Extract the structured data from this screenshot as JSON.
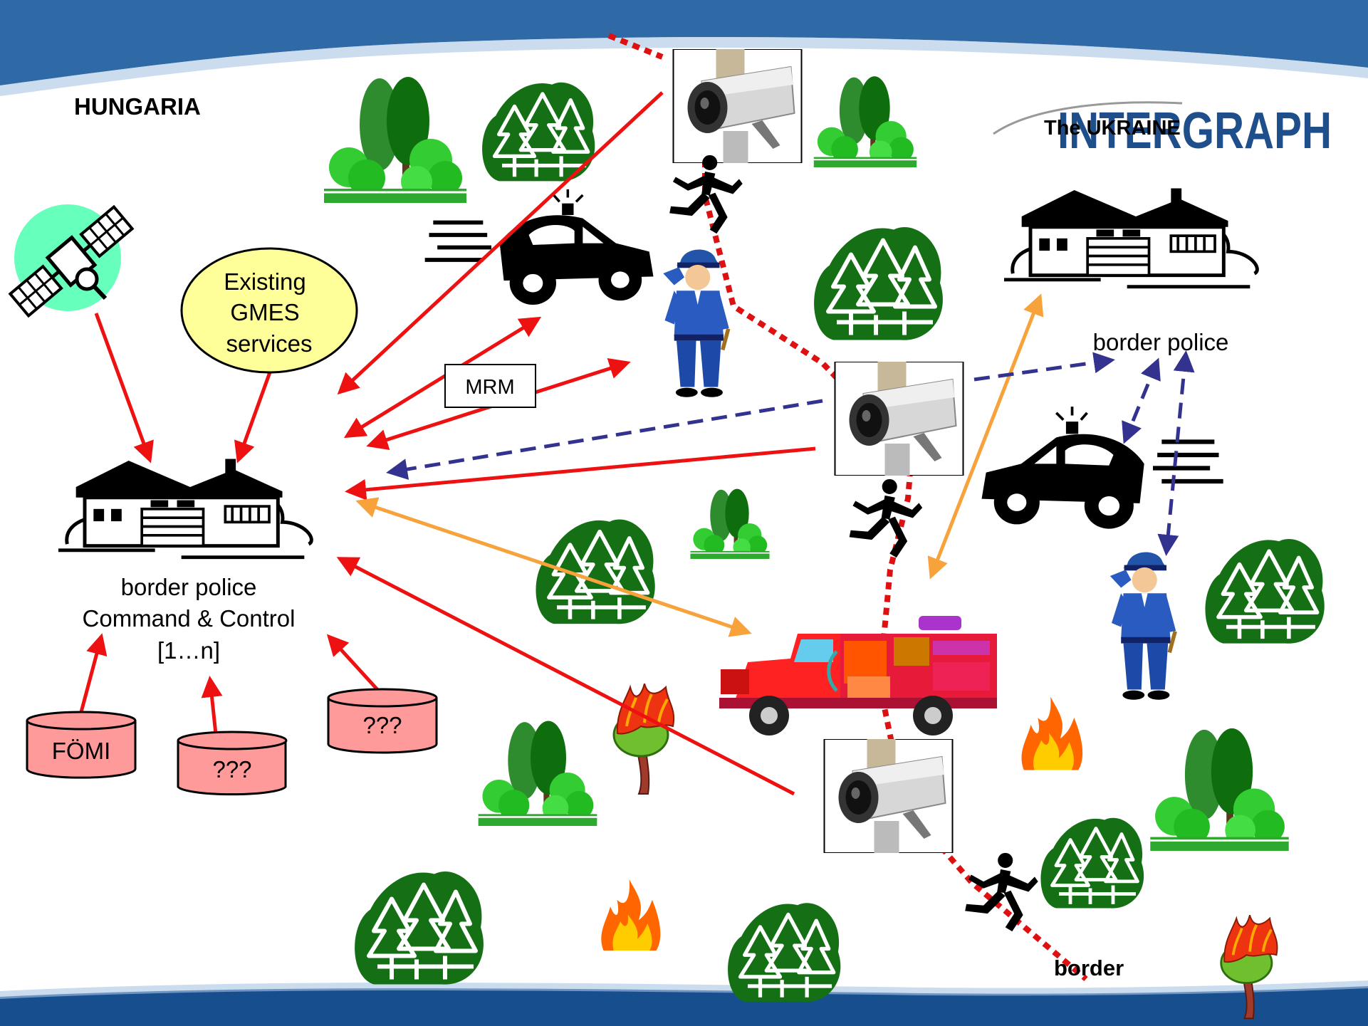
{
  "regions": {
    "left_country": "HUNGARIA",
    "right_country": "The UKRAINE",
    "border_label": "border"
  },
  "logo": {
    "text": "INTERGRAPH"
  },
  "gmes_bubble": {
    "lines": [
      "Existing",
      "GMES",
      "services"
    ]
  },
  "left_station": {
    "lines": [
      "border police",
      "Command & Control",
      "[1…n]"
    ]
  },
  "right_station": {
    "label": "border police"
  },
  "mrm_box": {
    "label": "MRM"
  },
  "data_sources": [
    {
      "label": "FÖMI"
    },
    {
      "label": "???"
    },
    {
      "label": "???"
    }
  ],
  "colors": {
    "header_band": "#2f6aa6",
    "footer_band": "#174f8e",
    "red_link": "#ee1111",
    "orange_link": "#f7a23a",
    "blue_dashed_link": "#33338f",
    "border_dotted": "#dd1111",
    "gmes_fill": "#ffff99",
    "db_fill": "#ff9a9a",
    "forest_dark": "#157015",
    "forest_light": "#33cc33"
  },
  "icons": [
    "satellite-icon",
    "police-station-icon",
    "police-car-icon",
    "police-officer-icon",
    "cctv-camera-icon",
    "running-person-icon",
    "forest-icon",
    "tree-group-icon",
    "fire-icon",
    "burning-tree-icon",
    "fire-truck-icon"
  ]
}
